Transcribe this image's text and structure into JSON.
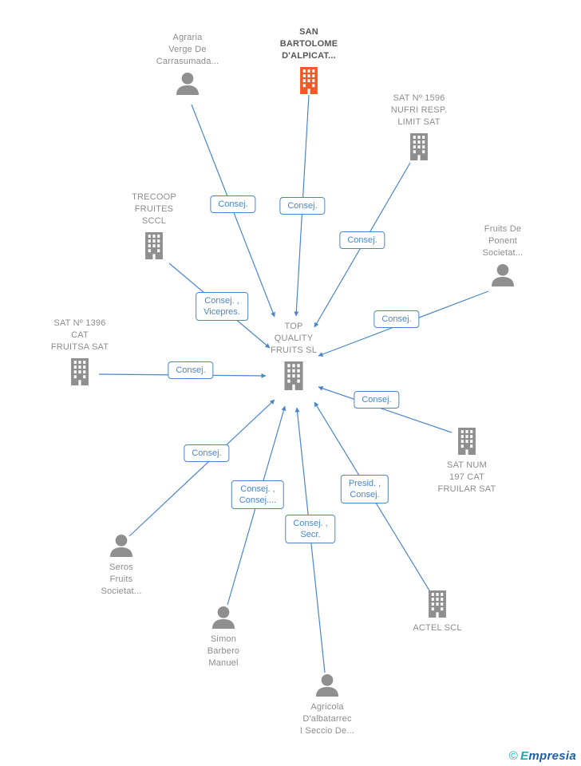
{
  "colors": {
    "accent": "#4a86c8",
    "icon-gray": "#8f8f8f",
    "icon-orange": "#f05a28",
    "text-gray": "#8c8c8c",
    "text-dark": "#555555",
    "logo-teal": "#1ba8b4",
    "logo-blue": "#1b5fa8"
  },
  "nodes": [
    {
      "id": "agraria",
      "label": "Agraria\nVerge De\nCarrasumada...",
      "type": "person"
    },
    {
      "id": "san-bartolome",
      "label": "SAN\nBARTOLOME\nD'ALPICAT...",
      "type": "building",
      "highlight": true
    },
    {
      "id": "sat-1596",
      "label": "SAT Nº 1596\nNUFRI RESP.\nLIMIT SAT",
      "type": "building"
    },
    {
      "id": "trecoop",
      "label": "TRECOOP\nFRUITES\nSCCL",
      "type": "building"
    },
    {
      "id": "fruits-de-ponent",
      "label": "Fruits De\nPonent\nSocietat...",
      "type": "person"
    },
    {
      "id": "sat-1396",
      "label": "SAT Nº 1396\nCAT\nFRUITSA SAT",
      "type": "building"
    },
    {
      "id": "top-quality",
      "label": "TOP\nQUALITY\nFRUITS SL",
      "type": "building"
    },
    {
      "id": "sat-197",
      "label": "SAT NUM\n197 CAT\nFRUILAR SAT",
      "type": "building"
    },
    {
      "id": "seros",
      "label": "Seros\nFruits\nSocietat...",
      "type": "person"
    },
    {
      "id": "simon-barbero",
      "label": "Simon\nBarbero\nManuel",
      "type": "person"
    },
    {
      "id": "actel",
      "label": "ACTEL SCL",
      "type": "building"
    },
    {
      "id": "agricola",
      "label": "Agricola\nD'albatarrec\nI Seccio De...",
      "type": "person"
    }
  ],
  "edge_labels": [
    {
      "text": "Consej."
    },
    {
      "text": "Consej."
    },
    {
      "text": "Consej."
    },
    {
      "text": "Consej. ,\nVicepres."
    },
    {
      "text": "Consej."
    },
    {
      "text": "Consej."
    },
    {
      "text": "Consej."
    },
    {
      "text": "Consej."
    },
    {
      "text": "Consej. ,\nConsej...."
    },
    {
      "text": "Presid. ,\nConsej."
    },
    {
      "text": "Consej. ,\nSecr."
    }
  ],
  "logo": {
    "copyright": "©",
    "name_initial": "E",
    "name_rest": "mpresia"
  }
}
